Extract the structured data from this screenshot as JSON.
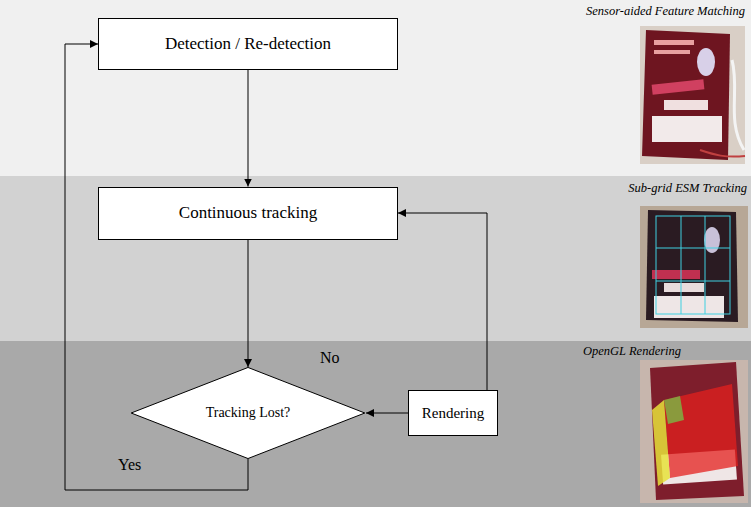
{
  "diagram": {
    "nodes": [
      {
        "text": [
          "Detection / Re-detection"
        ]
      },
      {
        "text": [
          "Continuous tracking"
        ]
      },
      {
        "text": [
          "Tracking Lost?"
        ]
      },
      {
        "text": [
          "Rendering"
        ]
      }
    ],
    "edges": [
      {
        "from": 0,
        "to": 1,
        "arrow": "to"
      },
      {
        "from": 1,
        "to": 2,
        "arrow": "to"
      },
      {
        "from": 3,
        "to": 2,
        "arrow": "to"
      },
      {
        "from": 3,
        "to": 1,
        "arrow": "to"
      },
      {
        "from": 2,
        "to": 0,
        "arrow": "to",
        "label": "Yes"
      }
    ],
    "labels": [
      "Sensor-aided Feature Matching",
      "Sub-grid ESM Tracking",
      "OpenGL Rendering",
      "No"
    ]
  }
}
